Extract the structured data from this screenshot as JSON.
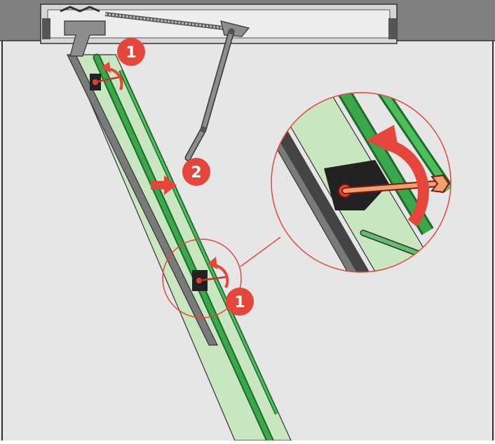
{
  "diagram": {
    "callouts": [
      {
        "label": "1",
        "meaning": "loosen-adjustment-nut"
      },
      {
        "label": "2",
        "meaning": "push-stile-direction"
      },
      {
        "label": "1",
        "meaning": "loosen-adjustment-nut"
      }
    ],
    "colors": {
      "background": "#e6e6e6",
      "ceiling": "#808080",
      "frame": "#d9d9d9",
      "stile_pale": "#c8e6c0",
      "stile_dark": "#2f8f3c",
      "rail_green": "#3aa84a",
      "metal": "#7a7a7a",
      "accent_red": "#e5463b",
      "outline": "#333333"
    },
    "icons": [
      "wrench-icon",
      "rotate-arrow-icon",
      "push-arrow-icon",
      "magnifier-circle-icon"
    ]
  }
}
